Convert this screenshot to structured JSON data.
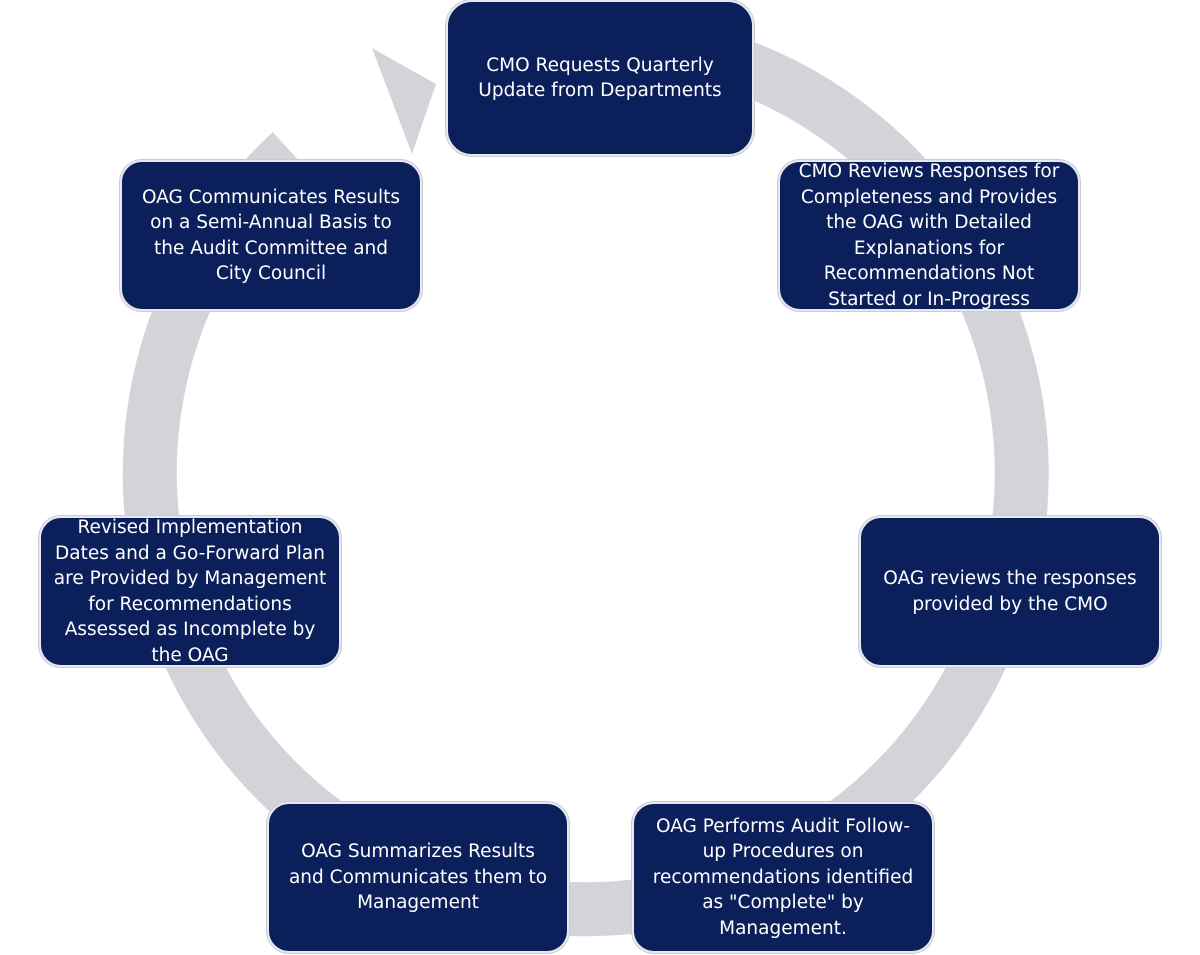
{
  "diagram": {
    "colors": {
      "box_fill": "#0b1f5a",
      "box_border": "#e7e9ef",
      "ring": "#d3d4d9",
      "text": "#ffffff"
    },
    "steps": [
      {
        "text": "CMO Requests Quarterly Update from Departments"
      },
      {
        "text": "CMO Reviews Responses for Completeness and Provides the OAG with Detailed Explanations for Recommendations Not Started or In-Progress"
      },
      {
        "text": "OAG reviews the responses provided by the CMO"
      },
      {
        "text": "OAG Performs Audit Follow-up Procedures on recommendations identified as \"Complete\" by Management."
      },
      {
        "text": "OAG Summarizes Results and Communicates them to Management"
      },
      {
        "text": "Revised Implementation Dates and a Go-Forward Plan are Provided by Management for Recommendations Assessed as Incomplete by the OAG"
      },
      {
        "text": "OAG Communicates Results on a Semi-Annual Basis to the Audit Committee and City Council"
      }
    ]
  }
}
